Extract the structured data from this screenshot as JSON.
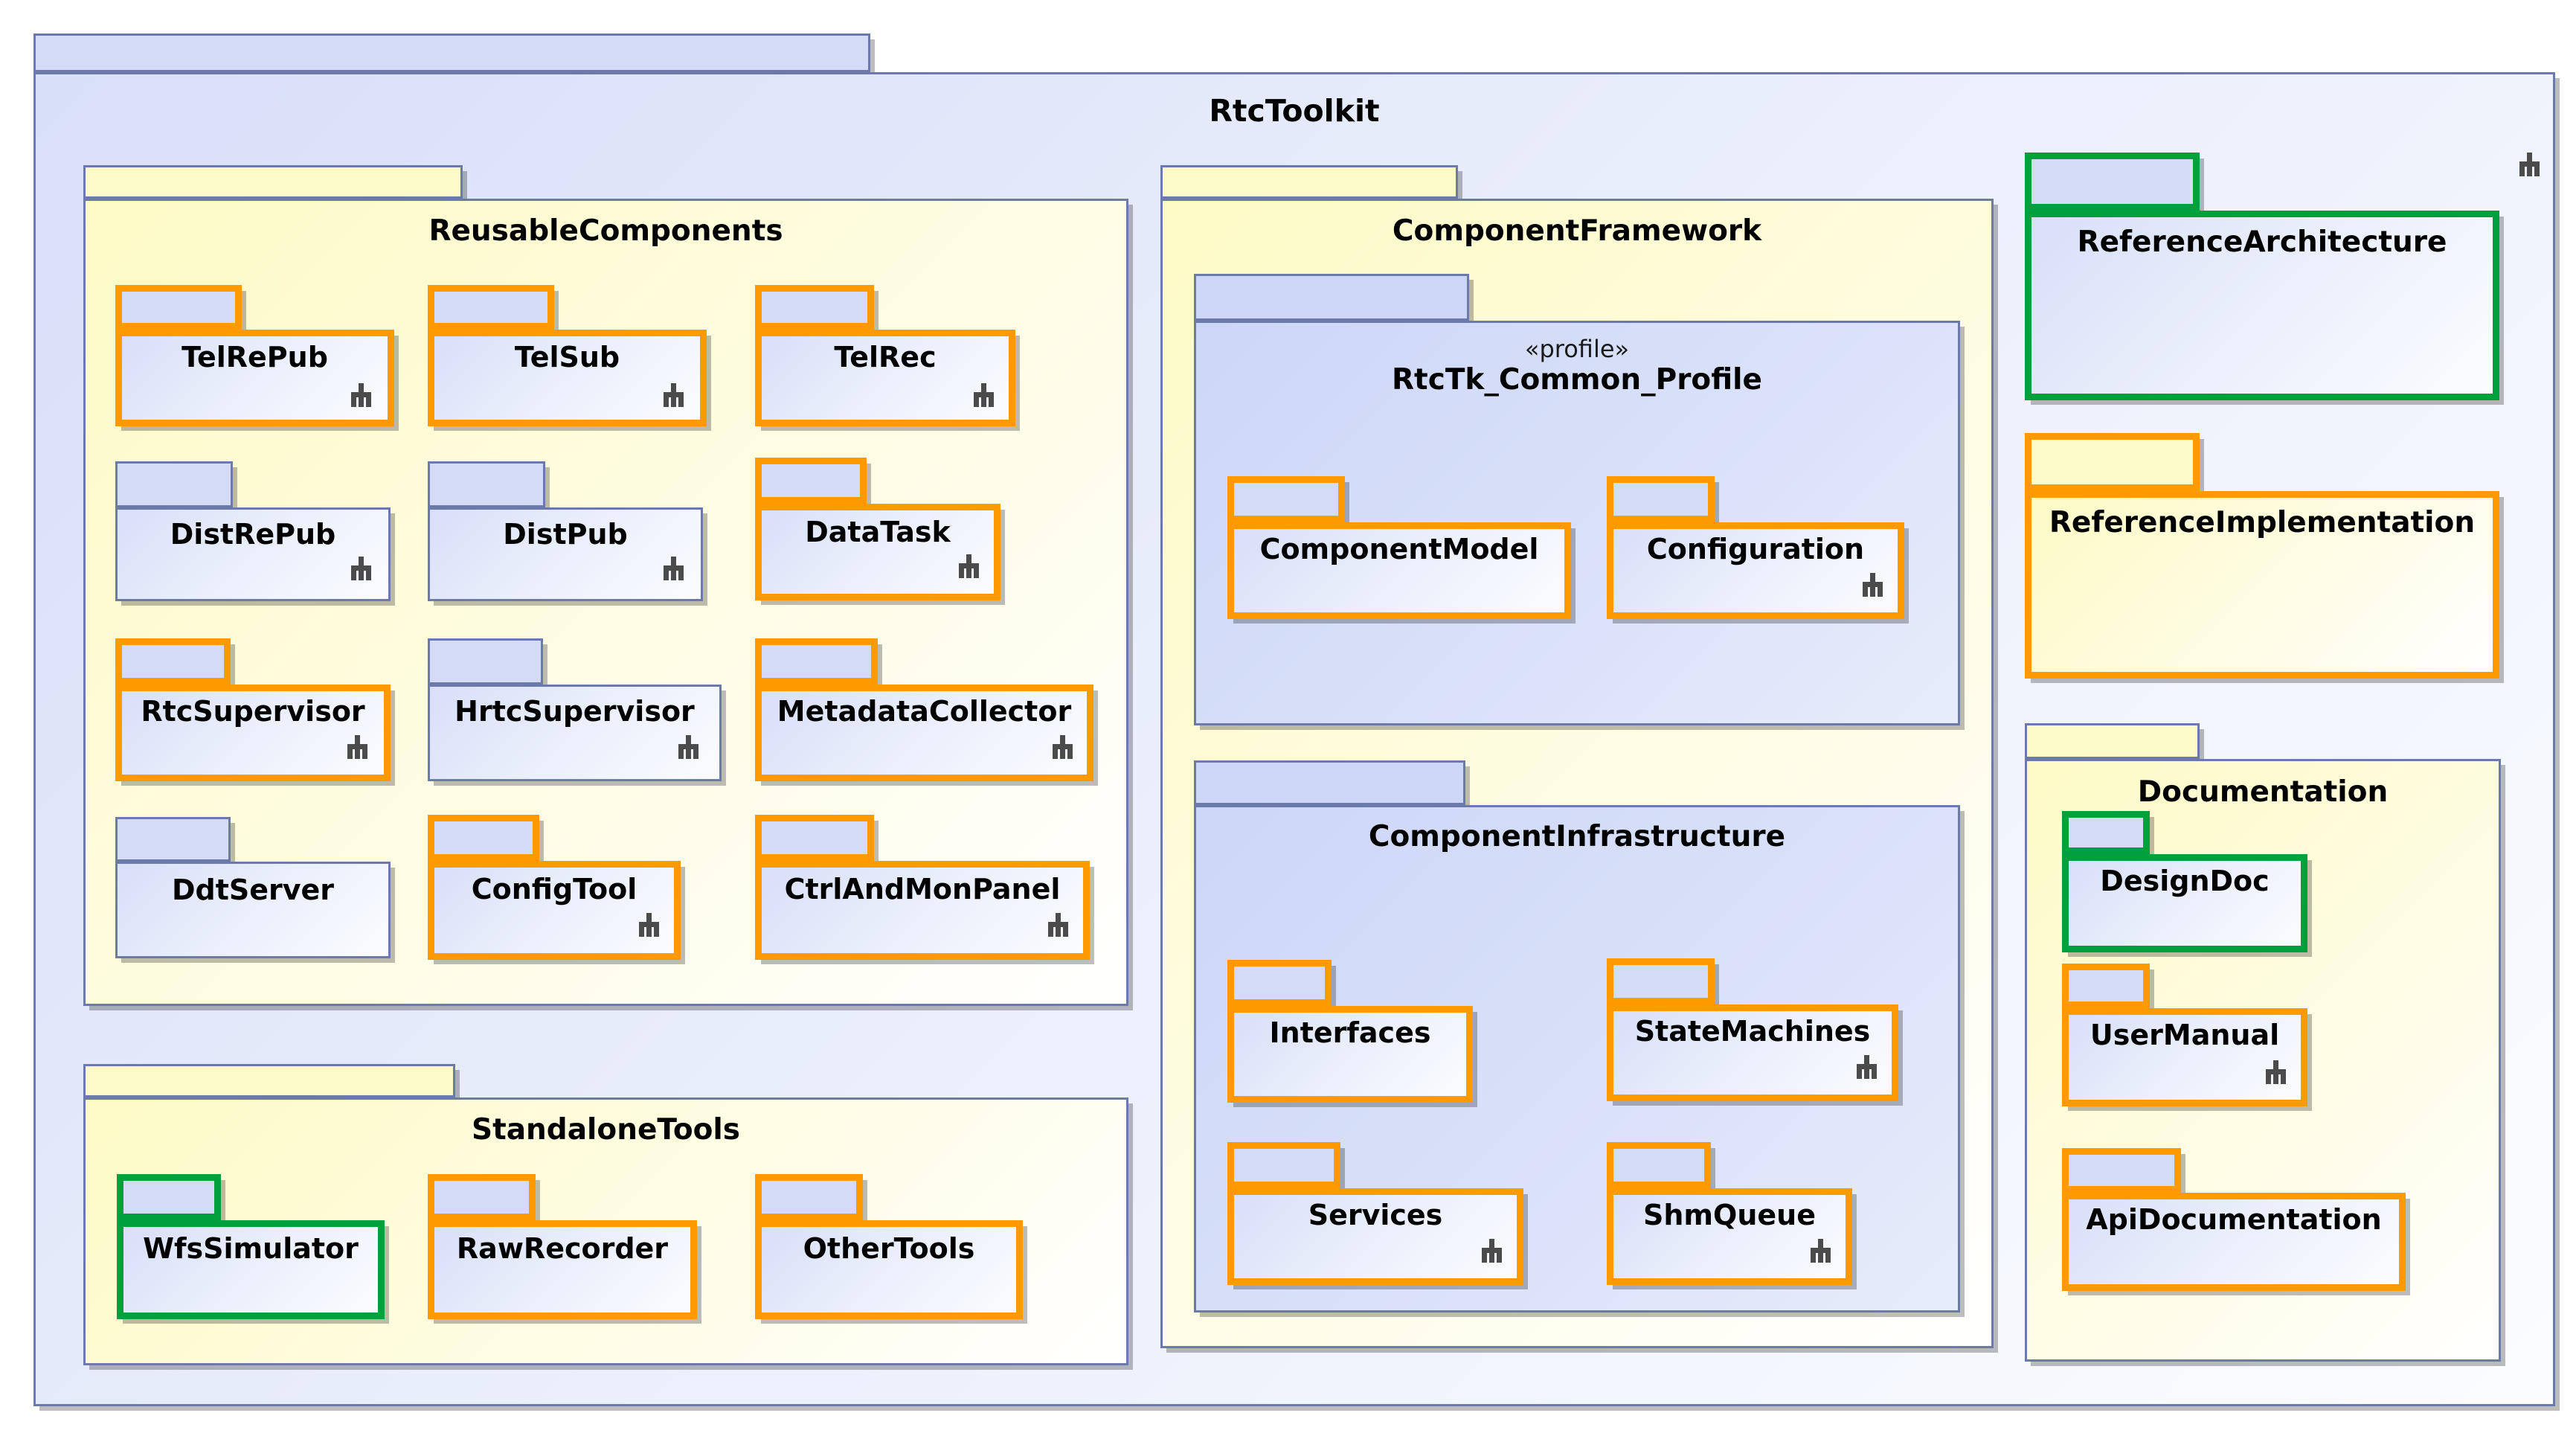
{
  "diagram": {
    "type": "uml-package-diagram",
    "title": "RtcToolkit",
    "root_package": "RtcToolkit"
  },
  "colors": {
    "border_grey": "#6c7aab",
    "border_orange": "#ff9900",
    "border_green": "#00a03c",
    "fill_blue": "#d3dbf7",
    "fill_yellow": "#fcfac8",
    "text": "#000000",
    "shadow": "#b4b4b4",
    "rake": "#4b4b4b"
  },
  "icons": {
    "rake": "rake-icon",
    "rake_meaning": "package-decomposition"
  },
  "root": {
    "name": "RtcToolkit",
    "border": "grey",
    "fill": "blue",
    "has_rake": true
  },
  "packages": {
    "reusable_components": {
      "name": "ReusableComponents",
      "border": "grey",
      "fill": "yellow",
      "has_rake": false,
      "children": [
        {
          "name": "TelRePub",
          "border": "orange",
          "fill": "blue",
          "has_rake": true
        },
        {
          "name": "TelSub",
          "border": "orange",
          "fill": "blue",
          "has_rake": true
        },
        {
          "name": "TelRec",
          "border": "orange",
          "fill": "blue",
          "has_rake": true
        },
        {
          "name": "DistRePub",
          "border": "grey",
          "fill": "blue",
          "has_rake": true
        },
        {
          "name": "DistPub",
          "border": "grey",
          "fill": "blue",
          "has_rake": true
        },
        {
          "name": "DataTask",
          "border": "orange",
          "fill": "blue",
          "has_rake": true
        },
        {
          "name": "RtcSupervisor",
          "border": "orange",
          "fill": "blue",
          "has_rake": true
        },
        {
          "name": "HrtcSupervisor",
          "border": "grey",
          "fill": "blue",
          "has_rake": true
        },
        {
          "name": "MetadataCollector",
          "border": "orange",
          "fill": "blue",
          "has_rake": true
        },
        {
          "name": "DdtServer",
          "border": "grey",
          "fill": "blue",
          "has_rake": false
        },
        {
          "name": "ConfigTool",
          "border": "orange",
          "fill": "blue",
          "has_rake": true
        },
        {
          "name": "CtrlAndMonPanel",
          "border": "orange",
          "fill": "blue",
          "has_rake": true
        }
      ]
    },
    "standalone_tools": {
      "name": "StandaloneTools",
      "border": "grey",
      "fill": "yellow",
      "has_rake": false,
      "children": [
        {
          "name": "WfsSimulator",
          "border": "green",
          "fill": "blue",
          "has_rake": false
        },
        {
          "name": "RawRecorder",
          "border": "orange",
          "fill": "blue",
          "has_rake": false
        },
        {
          "name": "OtherTools",
          "border": "orange",
          "fill": "blue",
          "has_rake": false
        }
      ]
    },
    "component_framework": {
      "name": "ComponentFramework",
      "border": "grey",
      "fill": "yellow",
      "has_rake": false,
      "children": [
        {
          "name": "RtcTk_Common_Profile",
          "stereotype": "«profile»",
          "border": "grey",
          "fill": "solidblue",
          "has_rake": false,
          "children": [
            {
              "name": "ComponentModel",
              "border": "orange",
              "fill": "blue",
              "has_rake": false
            },
            {
              "name": "Configuration",
              "border": "orange",
              "fill": "blue",
              "has_rake": true
            }
          ]
        },
        {
          "name": "ComponentInfrastructure",
          "border": "grey",
          "fill": "solidblue",
          "has_rake": false,
          "children": [
            {
              "name": "Interfaces",
              "border": "orange",
              "fill": "blue",
              "has_rake": false
            },
            {
              "name": "StateMachines",
              "border": "orange",
              "fill": "blue",
              "has_rake": true
            },
            {
              "name": "Services",
              "border": "orange",
              "fill": "blue",
              "has_rake": true
            },
            {
              "name": "ShmQueue",
              "border": "orange",
              "fill": "blue",
              "has_rake": true
            }
          ]
        }
      ]
    },
    "reference_architecture": {
      "name": "ReferenceArchitecture",
      "border": "green",
      "fill": "blue",
      "has_rake": false
    },
    "reference_implementation": {
      "name": "ReferenceImplementation",
      "border": "orange",
      "fill": "yellow",
      "has_rake": false
    },
    "documentation": {
      "name": "Documentation",
      "border": "grey",
      "fill": "yellow",
      "has_rake": false,
      "children": [
        {
          "name": "DesignDoc",
          "border": "green",
          "fill": "blue",
          "has_rake": false
        },
        {
          "name": "UserManual",
          "border": "orange",
          "fill": "blue",
          "has_rake": true
        },
        {
          "name": "ApiDocumentation",
          "border": "orange",
          "fill": "blue",
          "has_rake": false
        }
      ]
    }
  }
}
